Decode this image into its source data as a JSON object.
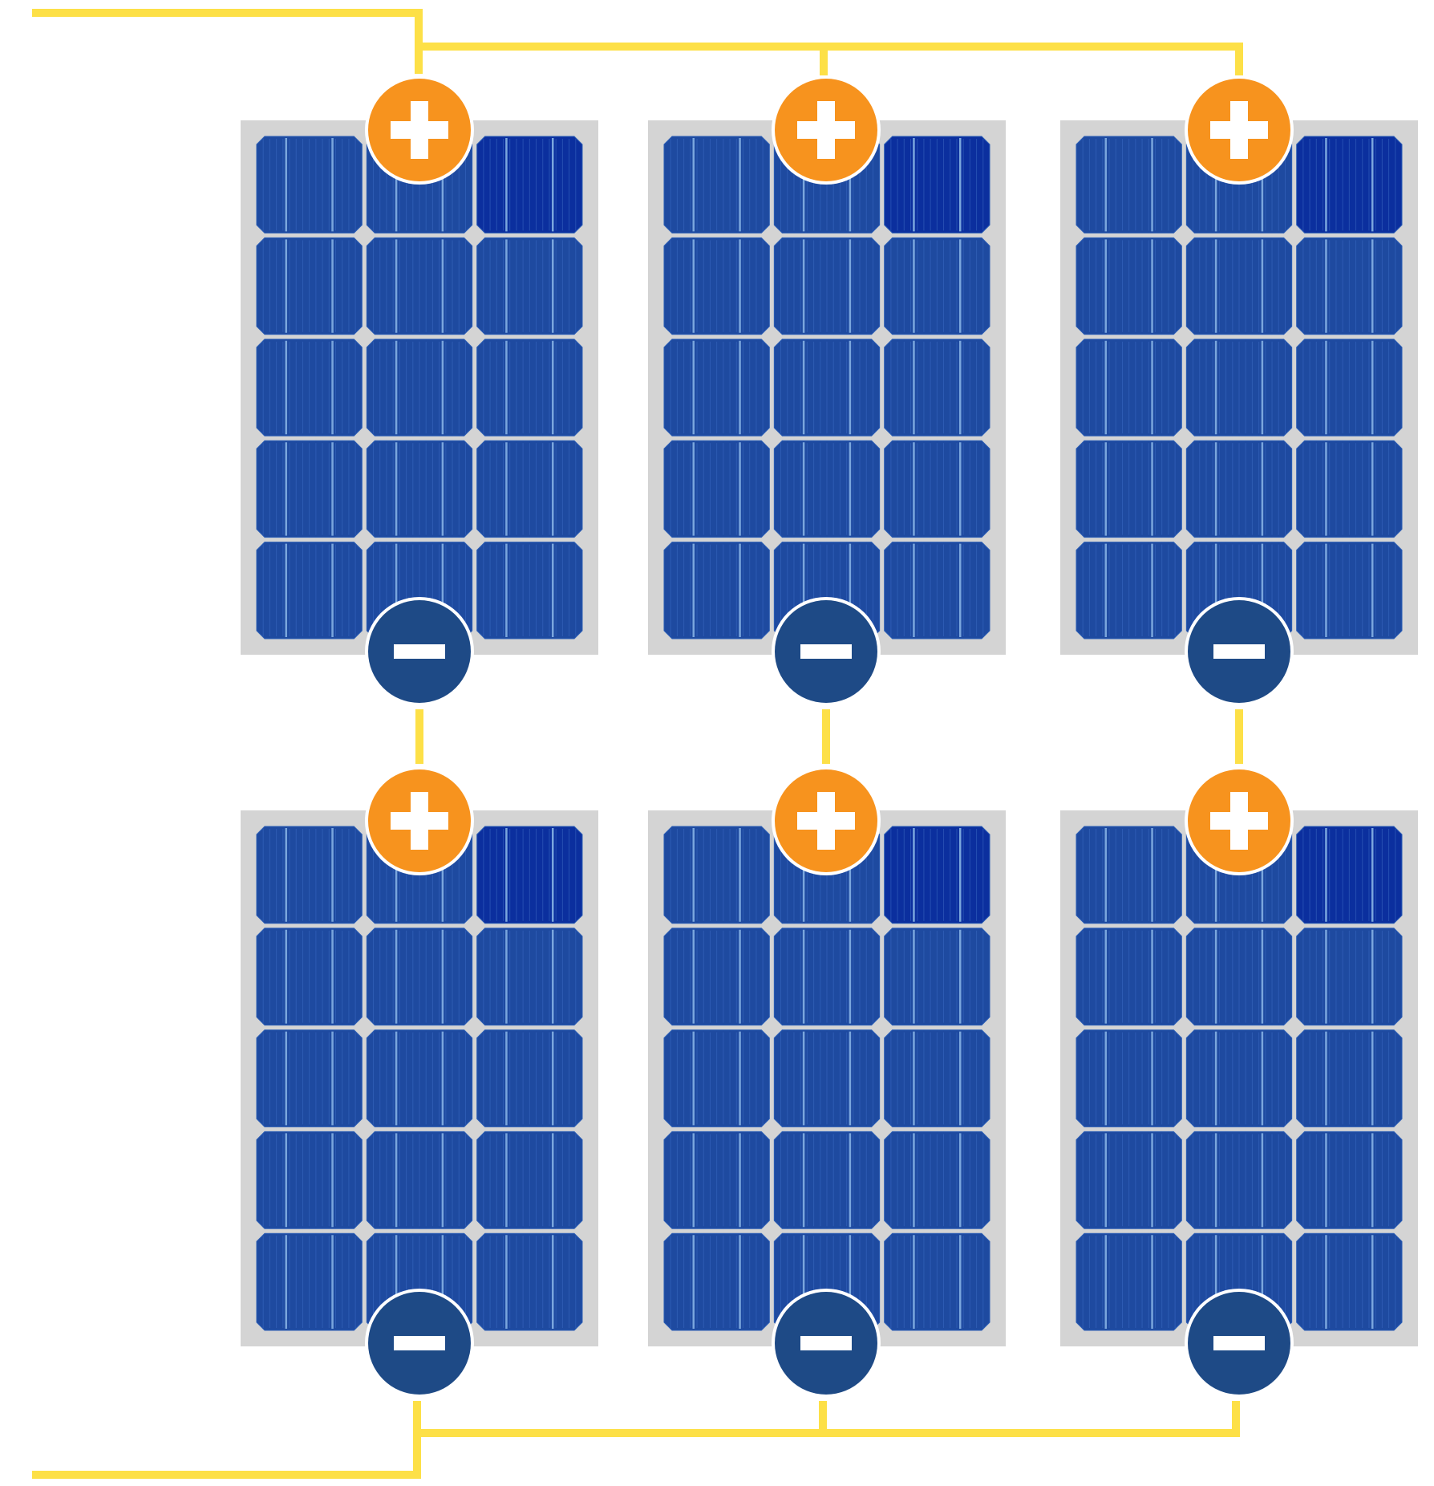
{
  "diagram": {
    "kind": "solar-panel-wiring",
    "connection": "series-parallel",
    "strings": 3,
    "panels_per_string": 2,
    "colors": {
      "wire": "#fde047",
      "frame": "#d4d4d4",
      "cell": "#1e4aa0",
      "cell_dark": "#0b2f9e",
      "cell_line": "#3b69c2",
      "busbar": "#7aa6dd",
      "positive_terminal": "#f7931e",
      "negative_terminal": "#1e4a86",
      "background": "#ffffff"
    },
    "icons": {
      "positive": "plus-icon",
      "negative": "minus-icon"
    },
    "panel_cells": {
      "rows": 5,
      "cols": 3
    }
  }
}
